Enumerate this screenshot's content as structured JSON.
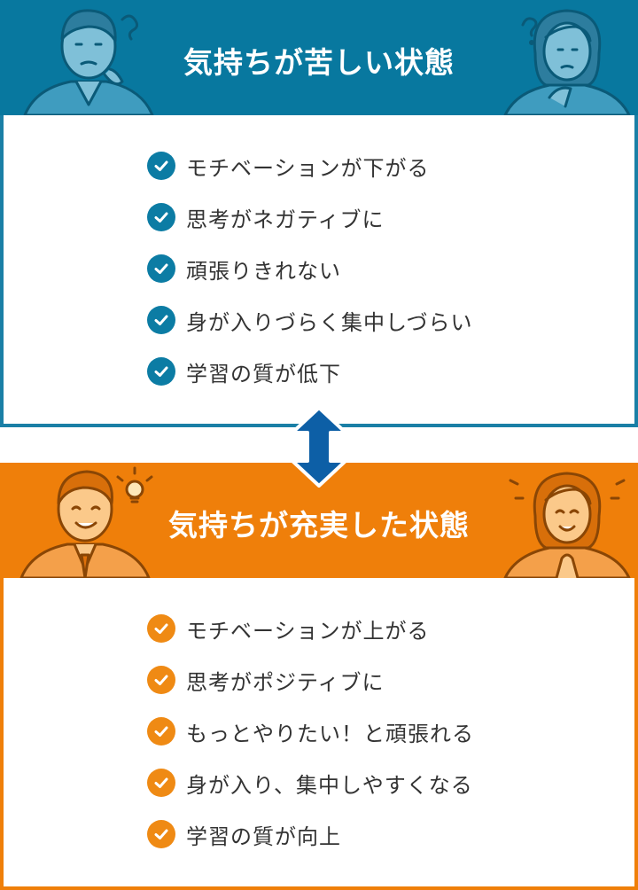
{
  "colors": {
    "negative_header": "#08789f",
    "negative_border": "#1a7fa6",
    "negative_check": "#0c7ca4",
    "positive_header": "#ef7f0a",
    "positive_border": "#ef7f0a",
    "positive_check": "#ef8a14",
    "arrow": "#0d5fa6",
    "text": "#333333"
  },
  "negative": {
    "title": "気持ちが苦しい状態",
    "items": [
      "モチベーションが下がる",
      "思考がネガティブに",
      "頑張りきれない",
      "身が入りづらく集中しづらい",
      "学習の質が低下"
    ]
  },
  "positive": {
    "title": "気持ちが充実した状態",
    "items": [
      "モチベーションが上がる",
      "思考がポジティブに",
      "もっとやりたい！と頑張れる",
      "身が入り、集中しやすくなる",
      "学習の質が向上"
    ]
  },
  "icons": {
    "check": "check-circle-icon",
    "arrow": "double-arrow-vertical-icon"
  }
}
